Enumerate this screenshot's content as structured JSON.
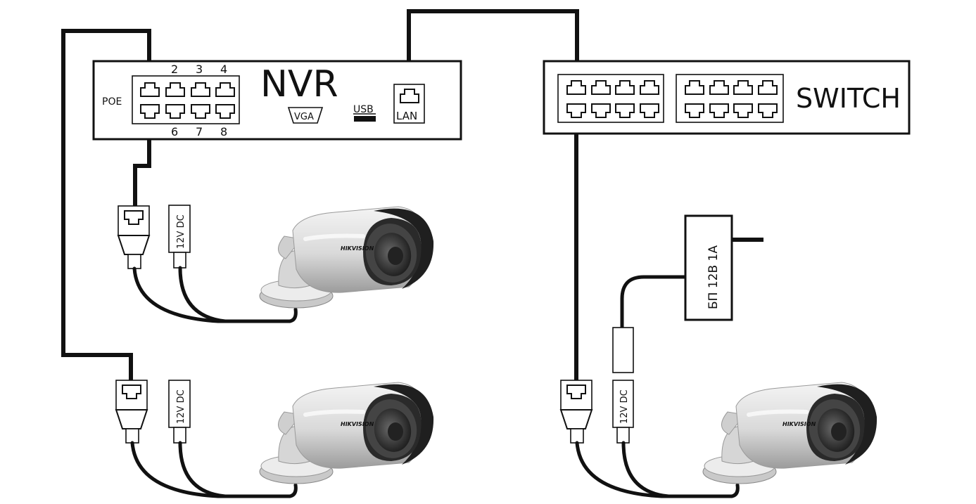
{
  "nvr": {
    "title": "NVR",
    "poe_label": "POE",
    "port_numbers_top": [
      "2",
      "3",
      "4"
    ],
    "port_numbers_bottom": [
      "6",
      "7",
      "8"
    ],
    "vga_label": "VGA",
    "usb_label": "USB",
    "lan_label": "LAN"
  },
  "switch": {
    "title": "SWITCH"
  },
  "power_supply": {
    "label": "БП 12В 1А"
  },
  "connectors": {
    "dc_label": "12V DC"
  },
  "cameras": {
    "brand": "HIKVISION"
  }
}
